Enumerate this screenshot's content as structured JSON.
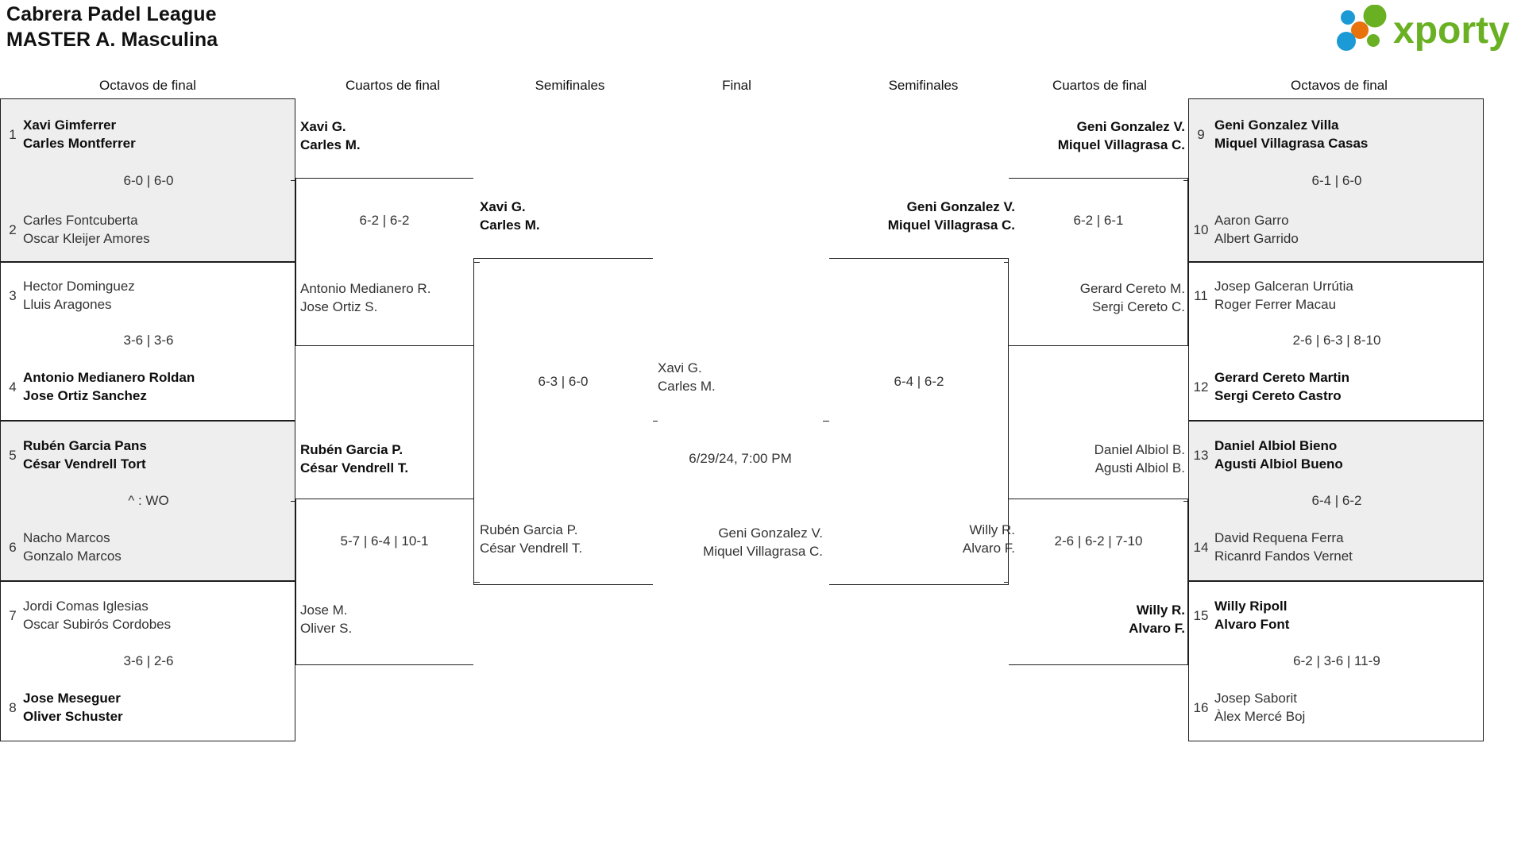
{
  "header": {
    "title_line1": "Cabrera Padel League",
    "title_line2": "MASTER A. Masculina",
    "logo_text": "xporty",
    "logo_colors": {
      "green": "#6ab023",
      "blue": "#1b9ad6",
      "orange": "#e8720c"
    }
  },
  "round_labels": {
    "l_r16": "Octavos de final",
    "l_qf": "Cuartos de final",
    "l_sf": "Semifinales",
    "final": "Final",
    "r_sf": "Semifinales",
    "r_qf": "Cuartos de final",
    "r_r16": "Octavos de final"
  },
  "left": {
    "r16": [
      {
        "seed_top": "1",
        "seed_bottom": "2",
        "top_p1": "Xavi Gimferrer",
        "top_p2": "Carles Montferrer",
        "bot_p1": "Carles Fontcuberta",
        "bot_p2": "Oscar Kleijer Amores",
        "score": "6-0 | 6-0",
        "winner": "top",
        "shaded": true
      },
      {
        "seed_top": "3",
        "seed_bottom": "4",
        "top_p1": "Hector Dominguez",
        "top_p2": "Lluis Aragones",
        "bot_p1": "Antonio Medianero Roldan",
        "bot_p2": "Jose Ortiz Sanchez",
        "score": "3-6 | 3-6",
        "winner": "bottom",
        "shaded": false
      },
      {
        "seed_top": "5",
        "seed_bottom": "6",
        "top_p1": "Rubén Garcia Pans",
        "top_p2": "César Vendrell Tort",
        "bot_p1": "Nacho Marcos",
        "bot_p2": "Gonzalo Marcos",
        "score": "^ : WO",
        "winner": "top",
        "shaded": true
      },
      {
        "seed_top": "7",
        "seed_bottom": "8",
        "top_p1": "Jordi Comas Iglesias",
        "top_p2": "Oscar Subirós Cordobes",
        "bot_p1": "Jose Meseguer",
        "bot_p2": "Oliver Schuster",
        "score": "3-6 | 2-6",
        "winner": "bottom",
        "shaded": false
      }
    ],
    "qf": [
      {
        "top_p1": "Xavi G.",
        "top_p2": "Carles M.",
        "bot_p1": "Antonio Medianero R.",
        "bot_p2": "Jose Ortiz S.",
        "score": "6-2 | 6-2",
        "winner": "top"
      },
      {
        "top_p1": "Rubén Garcia P.",
        "top_p2": "César Vendrell T.",
        "bot_p1": "Jose M.",
        "bot_p2": "Oliver S.",
        "score": "5-7 | 6-4 | 10-1",
        "winner": "top"
      }
    ],
    "sf": [
      {
        "top_p1": "Xavi G.",
        "top_p2": "Carles M.",
        "bot_p1": "Rubén Garcia P.",
        "bot_p2": "César Vendrell T.",
        "score": "6-3 | 6-0",
        "winner": "top"
      }
    ]
  },
  "right": {
    "r16": [
      {
        "seed_top": "9",
        "seed_bottom": "10",
        "top_p1": "Geni Gonzalez Villa",
        "top_p2": "Miquel Villagrasa Casas",
        "bot_p1": "Aaron Garro",
        "bot_p2": "Albert Garrido",
        "score": "6-1 | 6-0",
        "winner": "top",
        "shaded": true
      },
      {
        "seed_top": "11",
        "seed_bottom": "12",
        "top_p1": "Josep Galceran Urrútia",
        "top_p2": "Roger Ferrer Macau",
        "bot_p1": "Gerard Cereto Martin",
        "bot_p2": "Sergi Cereto Castro",
        "score": "2-6 | 6-3 | 8-10",
        "winner": "bottom",
        "shaded": false
      },
      {
        "seed_top": "13",
        "seed_bottom": "14",
        "top_p1": "Daniel Albiol Bieno",
        "top_p2": "Agusti Albiol Bueno",
        "bot_p1": "David Requena Ferra",
        "bot_p2": "Ricanrd Fandos Vernet",
        "score": "6-4 | 6-2",
        "winner": "top",
        "shaded": true
      },
      {
        "seed_top": "15",
        "seed_bottom": "16",
        "top_p1": "Willy Ripoll",
        "top_p2": "Alvaro Font",
        "bot_p1": "Josep Saborit",
        "bot_p2": "Àlex Mercé Boj",
        "score": "6-2 | 3-6 | 11-9",
        "winner": "top",
        "shaded": false
      }
    ],
    "qf": [
      {
        "top_p1": "Geni Gonzalez V.",
        "top_p2": "Miquel Villagrasa C.",
        "bot_p1": "Gerard Cereto M.",
        "bot_p2": "Sergi Cereto C.",
        "score": "6-2 | 6-1",
        "winner": "top"
      },
      {
        "top_p1": "Daniel Albiol B.",
        "top_p2": "Agusti Albiol B.",
        "bot_p1": "Willy R.",
        "bot_p2": "Alvaro F.",
        "score": "2-6 | 6-2 | 7-10",
        "winner": "bottom"
      }
    ],
    "sf": [
      {
        "top_p1": "Geni Gonzalez V.",
        "top_p2": "Miquel Villagrasa C.",
        "bot_p1": "Willy R.",
        "bot_p2": "Alvaro F.",
        "score": "6-4 | 6-2",
        "winner": "top"
      }
    ]
  },
  "final": {
    "top_p1": "Xavi G.",
    "top_p2": "Carles M.",
    "bot_p1": "Geni Gonzalez V.",
    "bot_p2": "Miquel Villagrasa C.",
    "schedule": "6/29/24, 7:00 PM"
  }
}
